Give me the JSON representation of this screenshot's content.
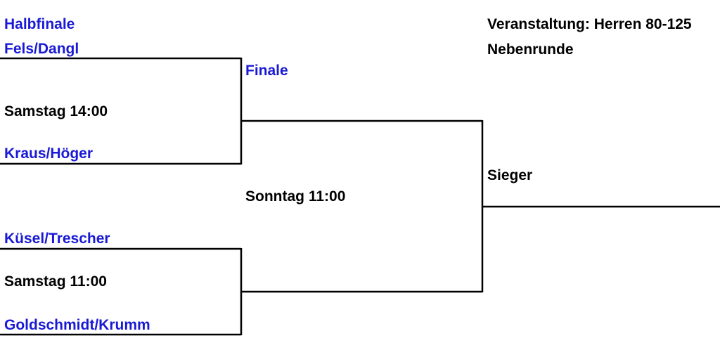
{
  "header": {
    "round_title": "Halbfinale",
    "event": "Veranstaltung: Herren 80-125",
    "subround": "Nebenrunde"
  },
  "semifinal_top": {
    "team1": "Fels/Dangl",
    "time": "Samstag 14:00",
    "team2": "Kraus/Höger"
  },
  "semifinal_bottom": {
    "team1": "Küsel/Trescher",
    "time": "Samstag 11:00",
    "team2": "Goldschmidt/Krumm"
  },
  "final": {
    "title": "Finale",
    "time": "Sonntag 11:00"
  },
  "winner": {
    "label": "Sieger"
  },
  "colors": {
    "team": "#1a1ad6",
    "text": "#000000",
    "line": "#000000"
  }
}
